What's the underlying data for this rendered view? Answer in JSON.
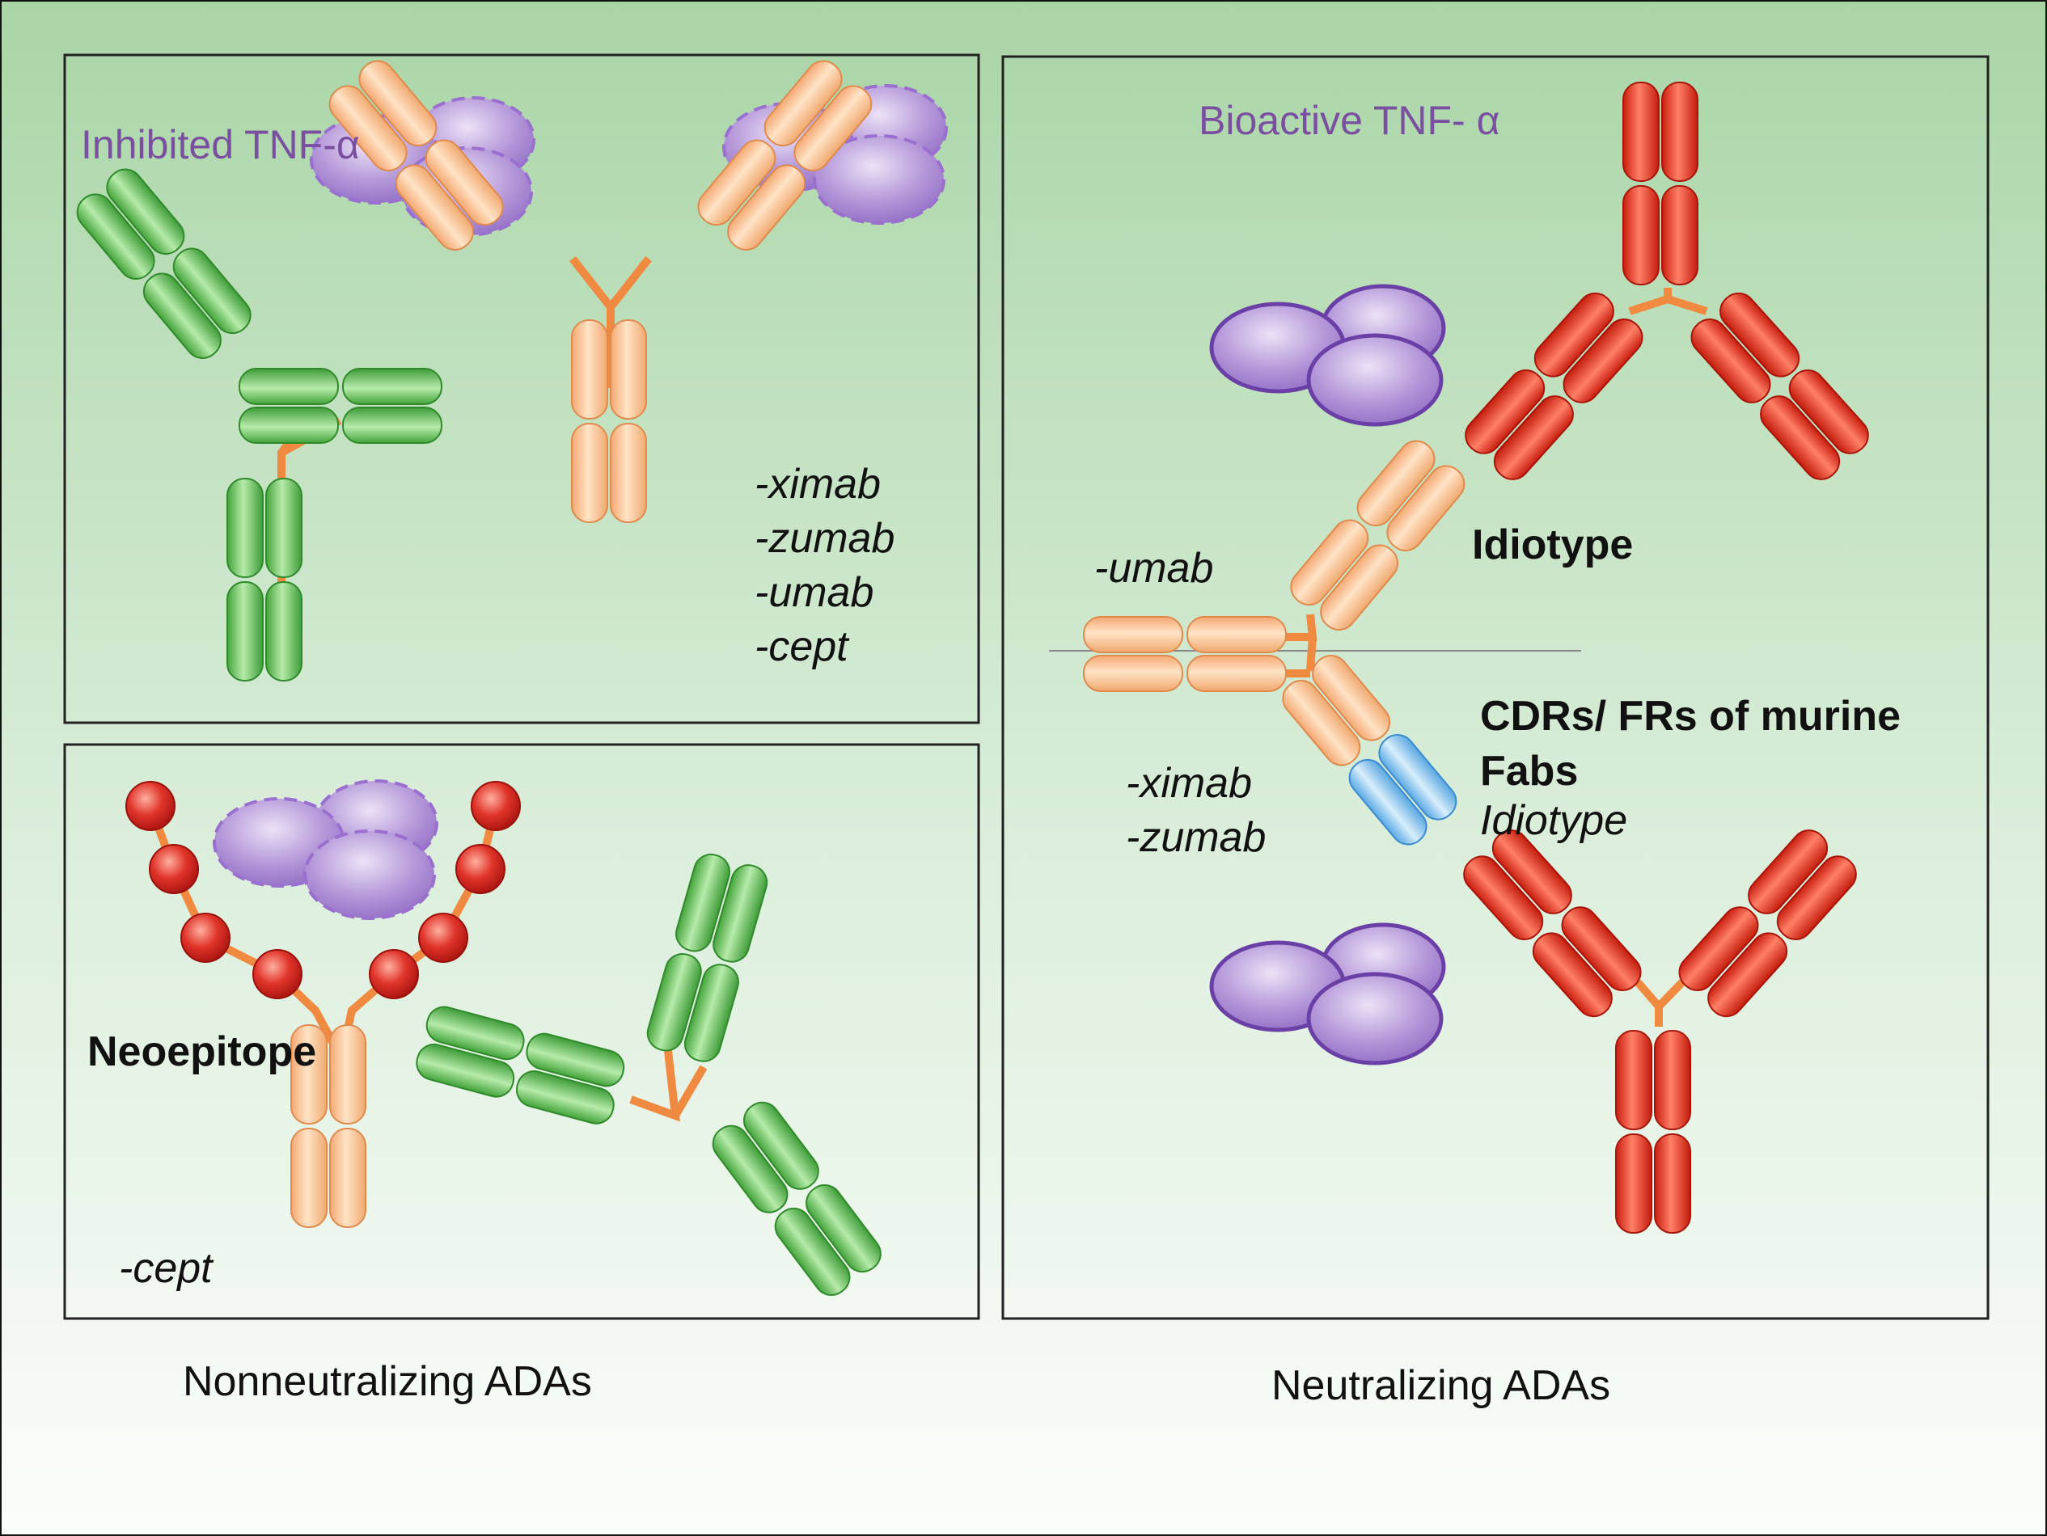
{
  "labels": {
    "inhibited_tnf": "Inhibited TNF-α",
    "bioactive_tnf": "Bioactive TNF- α",
    "suffix_list_top": [
      "-ximab",
      "-zumab",
      "-umab",
      "-cept"
    ],
    "suffix_umab": "-umab",
    "suffix_list_right": [
      "-ximab",
      "-zumab"
    ],
    "suffix_cept": "-cept",
    "idiotype_bold": "Idiotype",
    "cdrs_line1": "CDRs/ FRs of murine",
    "cdrs_line2": "Fabs",
    "idiotype_italic": "Idiotype",
    "neoepitope": "Neoepitope",
    "caption_left": "Nonneutralizing ADAs",
    "caption_right": "Neutralizing ADAs"
  },
  "colors": {
    "background_top": "#a9d5a6",
    "background_bottom": "#fbfdfb",
    "drug_antibody": "#ffc99a",
    "ada_nonneutralizing": "#6cc35e",
    "ada_neutralizing": "#ee3a22",
    "tnf_alpha": "#a98ad0",
    "murine_fab": "#9fd0f2",
    "fusion_receptor_bead": "#d4231f"
  }
}
